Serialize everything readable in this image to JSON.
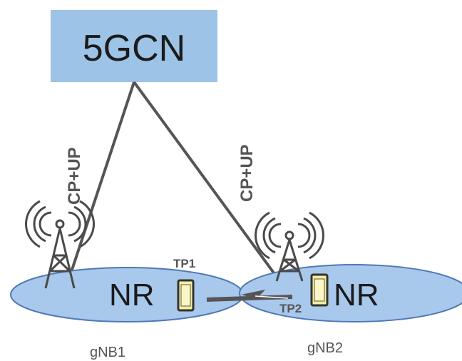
{
  "core": {
    "label": "5GCN"
  },
  "links": [
    {
      "label": "CP+UP"
    },
    {
      "label": "CP+UP"
    }
  ],
  "cells": [
    {
      "label": "NR",
      "node": "gNB1"
    },
    {
      "label": "NR",
      "node": "gNB2"
    }
  ],
  "tps": [
    {
      "label": "TP1"
    },
    {
      "label": "TP2"
    }
  ],
  "colors": {
    "core_fill": "#9dc3e6",
    "cell_fill": "#a8c8ec",
    "cell_stroke": "#4f78b5",
    "link": "#555555",
    "tp_fill": "#f7ef9a"
  },
  "icons": [
    "antenna-tower-icon",
    "antenna-tower-icon",
    "mobile-device-icon",
    "mobile-device-icon"
  ]
}
